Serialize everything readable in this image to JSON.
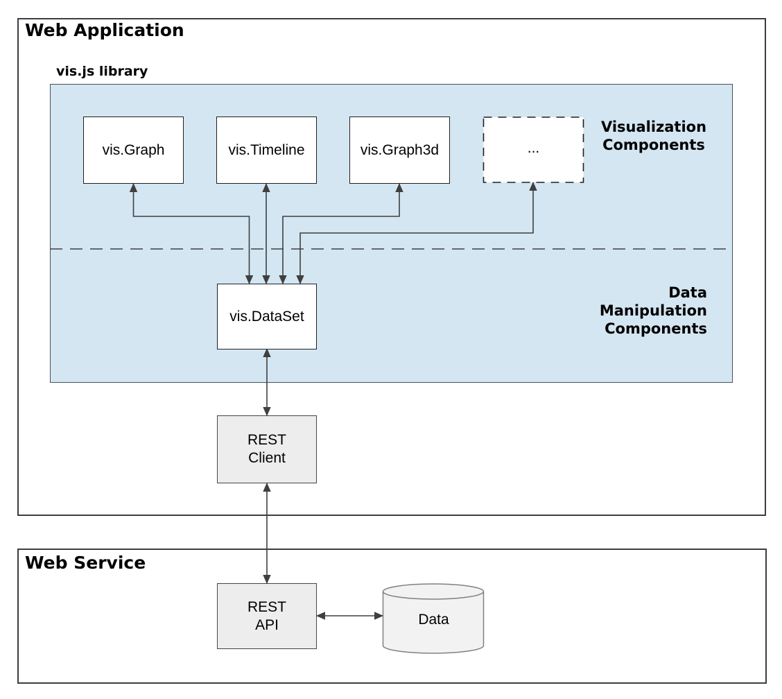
{
  "headings": {
    "web_application": "Web Application",
    "vis_library": "vis.js library",
    "web_service": "Web Service"
  },
  "library": {
    "component_boxes": [
      {
        "label": "vis.Graph"
      },
      {
        "label": "vis.Timeline"
      },
      {
        "label": "vis.Graph3d"
      },
      {
        "label": "..."
      }
    ],
    "visualization_group_label": [
      "Visualization",
      "Components"
    ],
    "dataset_box_label": "vis.DataSet",
    "data_manipulation_group_label": [
      "Data",
      "Manipulation",
      "Components"
    ]
  },
  "web_application": {
    "rest_client_label": [
      "REST",
      "Client"
    ]
  },
  "web_service": {
    "rest_api_label": [
      "REST",
      "API"
    ],
    "data_store_label": "Data"
  },
  "colors": {
    "library_fill": "#d4e6f2",
    "library_border": "#46505a",
    "outer_border": "#3a3e42",
    "box_border": "#1f1f1f",
    "gray_fill": "#ededed",
    "gray_border": "#444444",
    "cylinder_fill": "#f2f2f2",
    "cylinder_border": "#808080",
    "connector": "#3f3f3f"
  }
}
